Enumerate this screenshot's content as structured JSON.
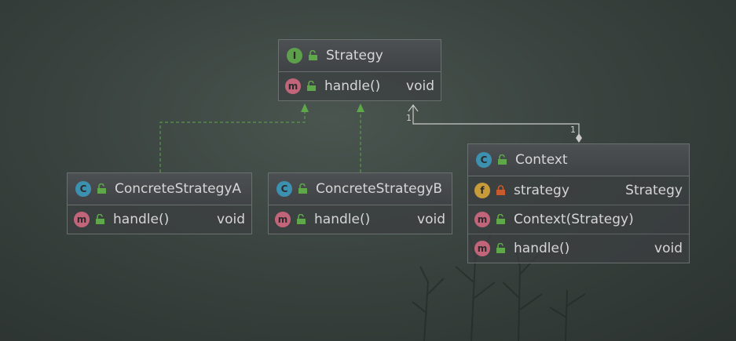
{
  "colors": {
    "interface": "#5d9f4a",
    "class": "#3d91b0",
    "method": "#c2657a",
    "field": "#c79b3a",
    "public": "#5fa84a",
    "private": "#c85a2c",
    "realization": "#5fa84a",
    "aggregation": "#c9c9c9"
  },
  "strategy": {
    "badge": "I",
    "name": "Strategy",
    "members": [
      {
        "badge": "m",
        "name": "handle()",
        "type": "void",
        "visibility": "public"
      }
    ]
  },
  "concrete_a": {
    "badge": "C",
    "name": "ConcreteStrategyA",
    "members": [
      {
        "badge": "m",
        "name": "handle()",
        "type": "void",
        "visibility": "public"
      }
    ]
  },
  "concrete_b": {
    "badge": "C",
    "name": "ConcreteStrategyB",
    "members": [
      {
        "badge": "m",
        "name": "handle()",
        "type": "void",
        "visibility": "public"
      }
    ]
  },
  "context": {
    "badge": "C",
    "name": "Context",
    "members": [
      {
        "badge": "f",
        "name": "strategy",
        "type": "Strategy",
        "visibility": "private"
      },
      {
        "badge": "m",
        "name": "Context(Strategy)",
        "type": "",
        "visibility": "public"
      },
      {
        "badge": "m",
        "name": "handle()",
        "type": "void",
        "visibility": "public"
      }
    ]
  },
  "association": {
    "source_multiplicity": "1",
    "target_multiplicity": "1"
  }
}
